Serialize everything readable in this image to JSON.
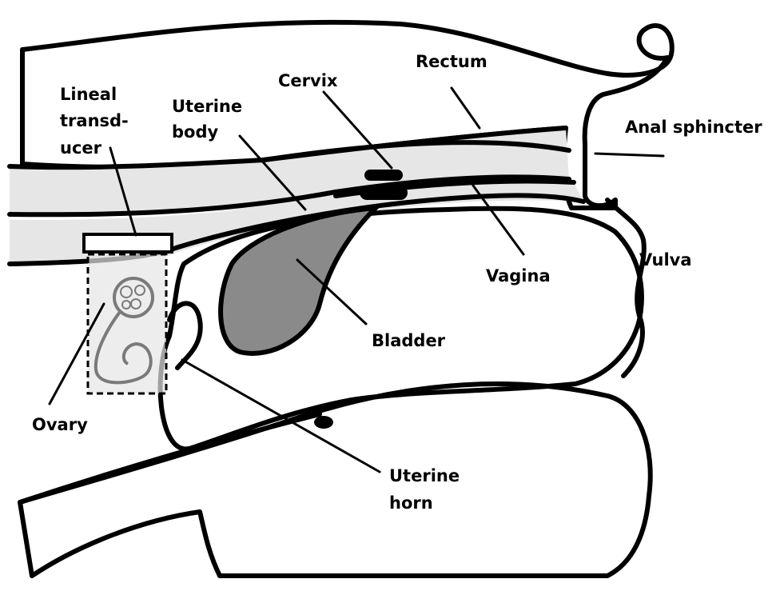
{
  "colors": {
    "tissue": "#c3c3c3",
    "light": "#e6e6e6",
    "bladder": "#8a8a8a",
    "ovary_stroke": "#7a7a7a",
    "outline": "#000000"
  },
  "labels": {
    "rectum": "Rectum",
    "cervix": "Cervix",
    "lineal_1": "Lineal",
    "lineal_2": "transd-",
    "lineal_3": "ucer",
    "uterine_body_1": "Uterine",
    "uterine_body_2": "body",
    "anal_sphincter": "Anal sphincter",
    "vulva": "Vulva",
    "vagina": "Vagina",
    "bladder": "Bladder",
    "ovary": "Ovary",
    "uterine_horn_1": "Uterine",
    "uterine_horn_2": "horn"
  }
}
